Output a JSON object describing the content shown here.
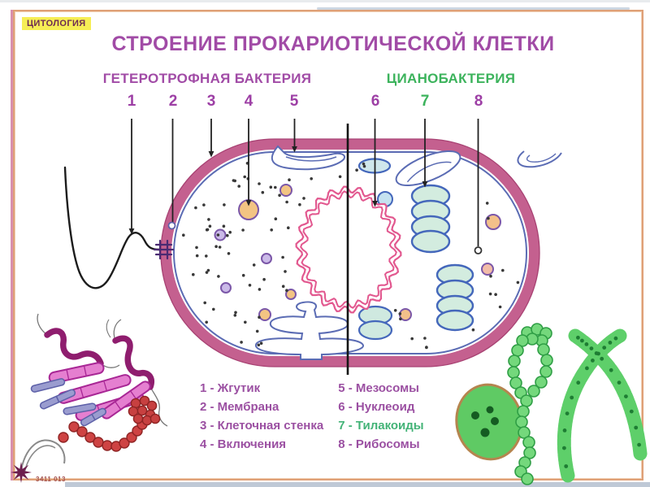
{
  "badge": {
    "label": "ЦИТОЛОГИЯ"
  },
  "title": "СТРОЕНИЕ ПРОКАРИОТИЧЕСКОЙ КЛЕТКИ",
  "subtitles": {
    "left": "ГЕТЕРОТРОФНАЯ БАКТЕРИЯ",
    "right": "ЦИАНОБАКТЕРИЯ"
  },
  "callouts": [
    {
      "num": "1"
    },
    {
      "num": "2"
    },
    {
      "num": "3"
    },
    {
      "num": "4"
    },
    {
      "num": "5"
    },
    {
      "num": "6"
    },
    {
      "num": "7"
    },
    {
      "num": "8"
    }
  ],
  "legend": {
    "left": [
      {
        "label": "1 - Жгутик"
      },
      {
        "label": "2 - Мембрана"
      },
      {
        "label": "3 - Клеточная стенка"
      },
      {
        "label": "4 - Включения"
      }
    ],
    "right": [
      {
        "label": "5 - Мезосомы"
      },
      {
        "label": "6 - Нуклеоид"
      },
      {
        "label": "7 - Тилакоиды"
      },
      {
        "label": "8 - Рибосомы"
      }
    ]
  },
  "footer": {
    "code": "3411 013"
  },
  "colors": {
    "accent_purple": "#a14ba6",
    "accent_green": "#3cb35c",
    "badge_bg": "#f6ee55",
    "badge_text": "#6d2a52",
    "cell_wall_pink": "#c4608f",
    "membrane_blue": "#5b6cb4",
    "nucleoid_pink": "#e2588f",
    "thylakoid_fill": "#d3ecdf",
    "thylakoid_stroke": "#4467bb",
    "inclusion_orange": "#f3c483",
    "legend_text": "#9b50a2",
    "frame_orange": "#dfa077",
    "footer_text": "#a4524e"
  }
}
